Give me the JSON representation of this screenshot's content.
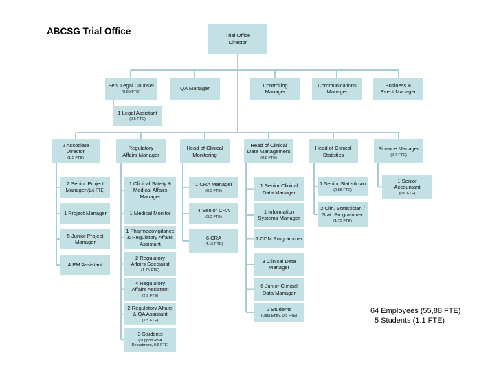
{
  "title": "ABCSG Trial Office",
  "stats": {
    "employees": "64 Employees (55,88 FTE)",
    "students": "5 Students (1.1 FTE)"
  },
  "colors": {
    "box": "#c3e0e4",
    "line": "#a8ccd2"
  },
  "boxes": {
    "director": {
      "main": "Trial Office\nDirector",
      "sub": ""
    },
    "legal_counsel": {
      "main": "Sen. Legal Counsel",
      "sub": "(0.65 FTE)"
    },
    "qa_manager": {
      "main": "QA Manager",
      "sub": ""
    },
    "controlling": {
      "main": "Controlling\nManager",
      "sub": ""
    },
    "communications": {
      "main": "Communications\nManager",
      "sub": ""
    },
    "business_event": {
      "main": "Business &\nEvent Manager",
      "sub": ""
    },
    "legal_assistant": {
      "main": "1 Legal Assistant",
      "sub": "(0.5 FTE)"
    },
    "assoc_director": {
      "main": "2 Associate\nDirector",
      "sub": "(1.5 FTE)"
    },
    "senior_pm": {
      "main": "2 Senior Project\nManager",
      "inline": " (1.6 FTE)",
      "sub": ""
    },
    "pm": {
      "main": "1 Project Manager",
      "sub": ""
    },
    "junior_pm": {
      "main": "5 Junior Project\nManager",
      "sub": ""
    },
    "pm_assistant": {
      "main": "4 PM Assistant",
      "sub": ""
    },
    "reg_affairs_mgr": {
      "main": "Regulatory\nAffairs  Manager",
      "sub": ""
    },
    "clin_safety": {
      "main": "1 Clinical Safety &\nMedical Affairs\nManager",
      "sub": ""
    },
    "medical_monitor": {
      "main": "1 Medical Monitor",
      "sub": ""
    },
    "pharmacovigilance": {
      "main": "1 Pharmacovigilance\n& Regulatory Affairs\nAssistant",
      "sub": ""
    },
    "reg_specialist": {
      "main": "2 Regulatory\nAffairs Specialist",
      "sub": "(1.75 FTE)"
    },
    "reg_assistant": {
      "main": "4 Regulatory\nAffairs Assistant",
      "sub": "(2.9 FTE)"
    },
    "reg_qa_assistant": {
      "main": "2 Regulatory Affairs\n& QA Assistant",
      "sub": "(1.5 FTE)"
    },
    "reg_students": {
      "main": "3 Students",
      "sub": "(Support RSA\nDepartment, 0.6  FTE)"
    },
    "head_monitoring": {
      "main": "Head of Clinical\nMonitoring",
      "sub": ""
    },
    "cra_manager": {
      "main": "1 CRA Manager",
      "sub": "(0.5  FTE)"
    },
    "senior_cra": {
      "main": "4 Senior CRA",
      "sub": "(3.3 FTE)"
    },
    "cra": {
      "main": "6 CRA",
      "sub": "(4.15 FTE)"
    },
    "head_data": {
      "main": "Head of Clinical\nData Management",
      "sub": "(0.8 FTE)"
    },
    "senior_data_mgr": {
      "main": "1 Senior Clinical\nData Manager",
      "sub": ""
    },
    "info_sys_mgr": {
      "main": "1 Information\nSystems Manager",
      "sub": ""
    },
    "cdm_programmer": {
      "main": "1 CDM Programmer",
      "sub": ""
    },
    "clin_data_mgr": {
      "main": "3 Clinical Data\nManager",
      "sub": ""
    },
    "junior_data_mgr": {
      "main": "6 Junior Clinical\nData Manager",
      "sub": ""
    },
    "data_students": {
      "main": "2 Students",
      "sub": "(Data Entry, 0.5 FTE)"
    },
    "head_statistics": {
      "main": "Head of Clinical\nStatistics",
      "sub": ""
    },
    "senior_statistician": {
      "main": "1 Senior Statistician",
      "sub": "(0.88 FTE)"
    },
    "clin_statistician": {
      "main": "2 Clin. Statistician /\nStat. Programmer",
      "sub": "(1.75 FTE)"
    },
    "finance_mgr": {
      "main": "Finance Manager",
      "sub": "(0.7 FTE)"
    },
    "senior_accountant": {
      "main": "1 Senior\nAccountant",
      "sub": "(0.6 FTE)"
    }
  }
}
